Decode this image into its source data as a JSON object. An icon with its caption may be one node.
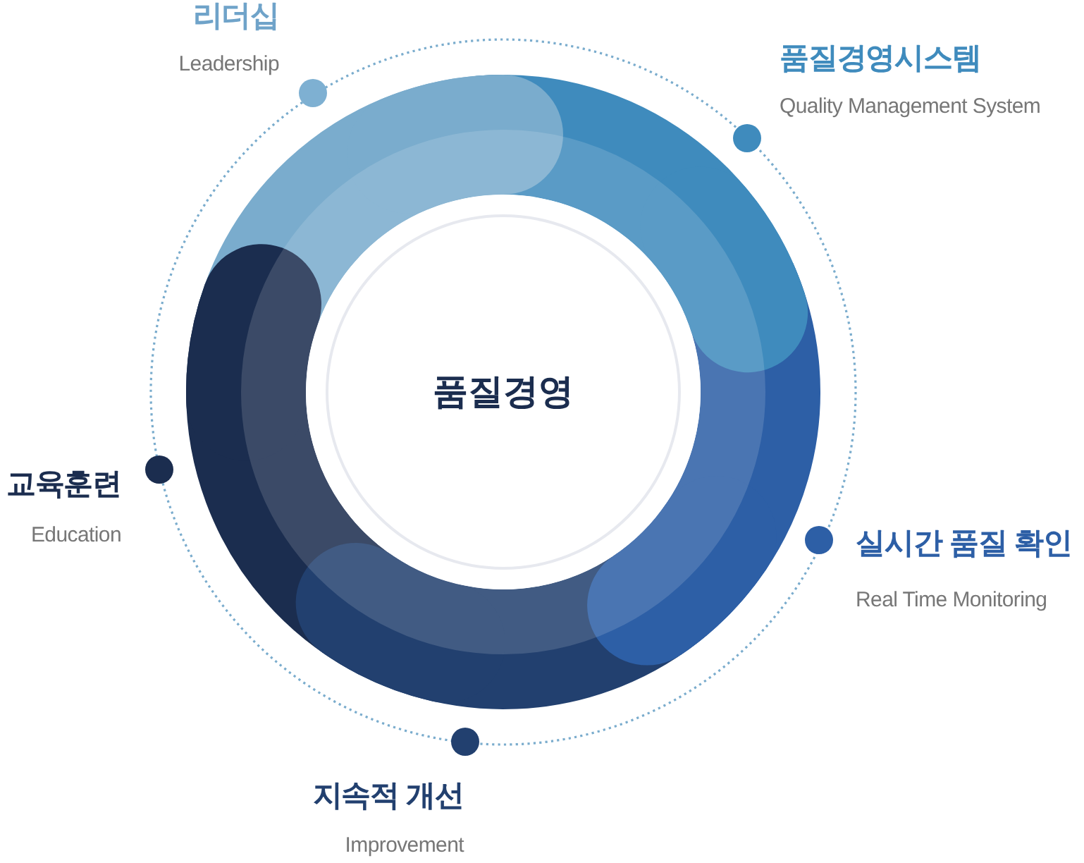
{
  "diagram": {
    "nodes": [
      {
        "text": [],
        "shape": "circle",
        "beside": [
          "리더십",
          "Leadership"
        ]
      },
      {
        "text": [],
        "shape": "circle",
        "beside": [
          "품질경영시스템",
          "Quality Management System"
        ]
      },
      {
        "text": [
          "품질경영"
        ]
      },
      {
        "text": [],
        "shape": "circle",
        "beside": [
          "교육훈련",
          "Education"
        ]
      },
      {
        "text": [],
        "shape": "circle",
        "beside": [
          "실시간 품질 확인",
          "Real Time Monitoring"
        ]
      },
      {
        "text": [],
        "shape": "circle",
        "beside": [
          "지속적 개선",
          "Improvement"
        ]
      }
    ]
  }
}
